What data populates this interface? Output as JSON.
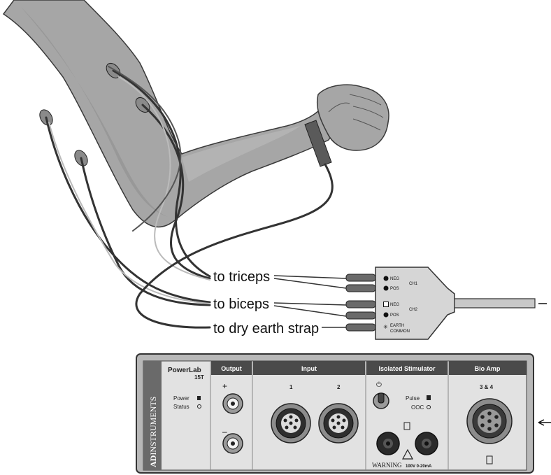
{
  "labels": {
    "triceps": "to triceps",
    "biceps": "to biceps",
    "earth": "to dry earth strap"
  },
  "connector": {
    "ch1_neg": "NEG",
    "ch1_pos": "POS",
    "ch1": "CH1",
    "ch2_neg": "NEG",
    "ch2_pos": "POS",
    "ch2": "CH2",
    "earth": "EARTH",
    "common": "COMMON"
  },
  "device": {
    "brand_bold": "AD",
    "brand_rest": "INSTRUMENTS",
    "model_line1": "PowerLab",
    "model_line2": "15T",
    "power_label": "Power",
    "status_label": "Status",
    "output_header": "Output",
    "output_plus": "+",
    "output_minus": "–",
    "input_header": "Input",
    "input_1": "1",
    "input_2": "2",
    "stim_header": "Isolated Stimulator",
    "stim_pulse": "Pulse",
    "stim_ooc": "OOC",
    "stim_warning": "WARNING",
    "stim_warning_spec": "100V 0-20mA",
    "bioamp_header": "Bio Amp",
    "bioamp_channels": "3 & 4"
  },
  "colors": {
    "skin": "#a9a9a9",
    "panel_bg": "#dcdcdc",
    "panel_header": "#4a4a4a"
  }
}
